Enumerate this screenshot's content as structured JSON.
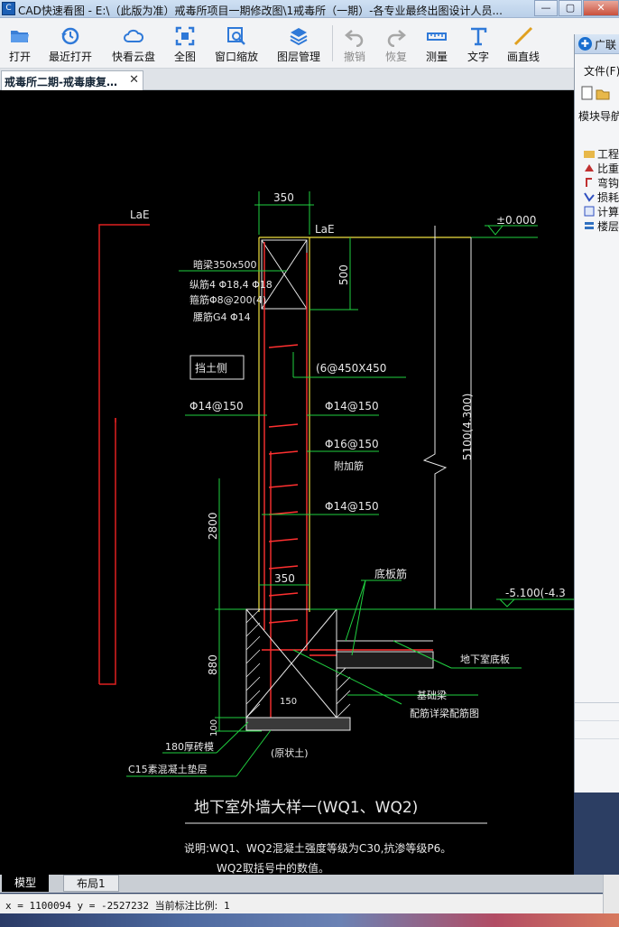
{
  "window": {
    "title": "CAD快速看图 - E:\\（此版为准）戒毒所项目一期修改图\\1戒毒所（一期）-各专业最终出图设计人员...",
    "buttons": {
      "minimize": "—",
      "restore": "▢",
      "close": "✕"
    }
  },
  "toolbar": {
    "items": [
      {
        "label": "打开",
        "icon": "folder-open-icon"
      },
      {
        "label": "最近打开",
        "icon": "history-icon"
      },
      {
        "label": "快看云盘",
        "icon": "cloud-icon"
      },
      {
        "label": "全图",
        "icon": "fit-all-icon"
      },
      {
        "label": "窗口缩放",
        "icon": "zoom-window-icon"
      },
      {
        "label": "图层管理",
        "icon": "layers-icon"
      },
      {
        "label": "撤销",
        "icon": "undo-icon",
        "disabled": true
      },
      {
        "label": "恢复",
        "icon": "redo-icon",
        "disabled": true
      },
      {
        "label": "测量",
        "icon": "ruler-icon"
      },
      {
        "label": "文字",
        "icon": "text-icon"
      },
      {
        "label": "画直线",
        "icon": "line-icon"
      }
    ]
  },
  "tab": {
    "label": "戒毒所二期-戒毒康复…",
    "close": "✕"
  },
  "drawing": {
    "labels": {
      "lae_left": "LaE",
      "lae_top": "LaE",
      "dim_350_top": "350",
      "elev_top": "±0.000",
      "dim_500": "500",
      "beam": "暗梁350x500",
      "longbar": "纵筋4 Φ18,4 Φ18",
      "stirrup": "箍筋Φ8@200(4)",
      "waistbar": "腰筋G4 Φ14",
      "retaining": "挡土侧",
      "tie": "(6@450X450",
      "rebar_left": "Φ14@150",
      "rebar_right1": "Φ14@150",
      "rebar_add": "Φ16@150",
      "add_label": "附加筋",
      "rebar_right2": "Φ14@150",
      "dim_5100": "5100(4.300)",
      "dim_2800": "2800",
      "dim_350_bottom": "350",
      "slab_bar": "底板筋",
      "elev_bottom": "-5.100(-4.3",
      "basement_slab": "地下室底板",
      "dim_880": "880",
      "dim_150": "150",
      "found_beam": "基础梁",
      "found_beam_note": "配筋详梁配筋图",
      "dim_100": "100",
      "brick": "180厚砖模",
      "cushion": "C15素混凝土垫层",
      "soil": "(原状土)",
      "title": "地下室外墙大样一(WQ1、WQ2)",
      "note1": "说明:WQ1、WQ2混凝土强度等级为C30,抗渗等级P6。",
      "note2": "WQ2取括号中的数值。"
    }
  },
  "rightpanel": {
    "title": "广联",
    "menu": "文件(F)",
    "nav": "模块导航",
    "tree": [
      "工程",
      "比重",
      "弯钩",
      "损耗",
      "计算",
      "楼层"
    ]
  },
  "layouttabs": {
    "model": "模型",
    "layout1": "布局1"
  },
  "status": {
    "x_label": "x =",
    "x": "1100094",
    "y_label": "y =",
    "y": "-2527232",
    "scale_label": "当前标注比例:",
    "scale": "1"
  }
}
